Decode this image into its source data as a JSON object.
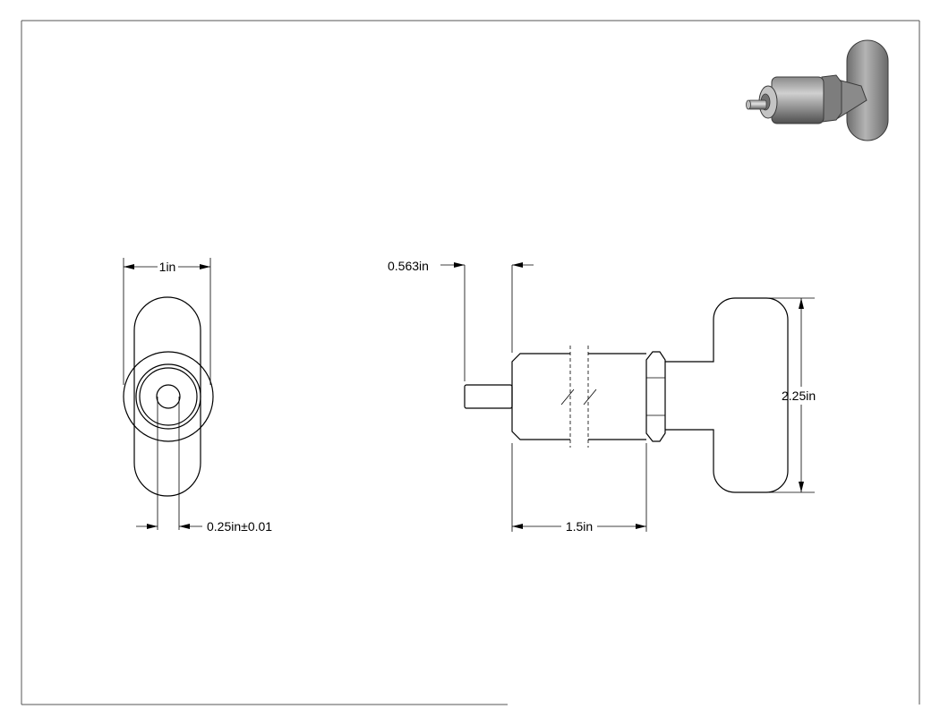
{
  "drawing": {
    "dimensions": {
      "front_width": "1in",
      "pin_diameter": "0.25in±0.01",
      "shank_offset": "0.563in",
      "body_length": "1.5in",
      "handle_height": "2.25in"
    },
    "colors": {
      "line": "#000000",
      "border": "#555555",
      "render_fill": "#9a9a9a",
      "render_shadow": "#5a5a5a"
    }
  }
}
